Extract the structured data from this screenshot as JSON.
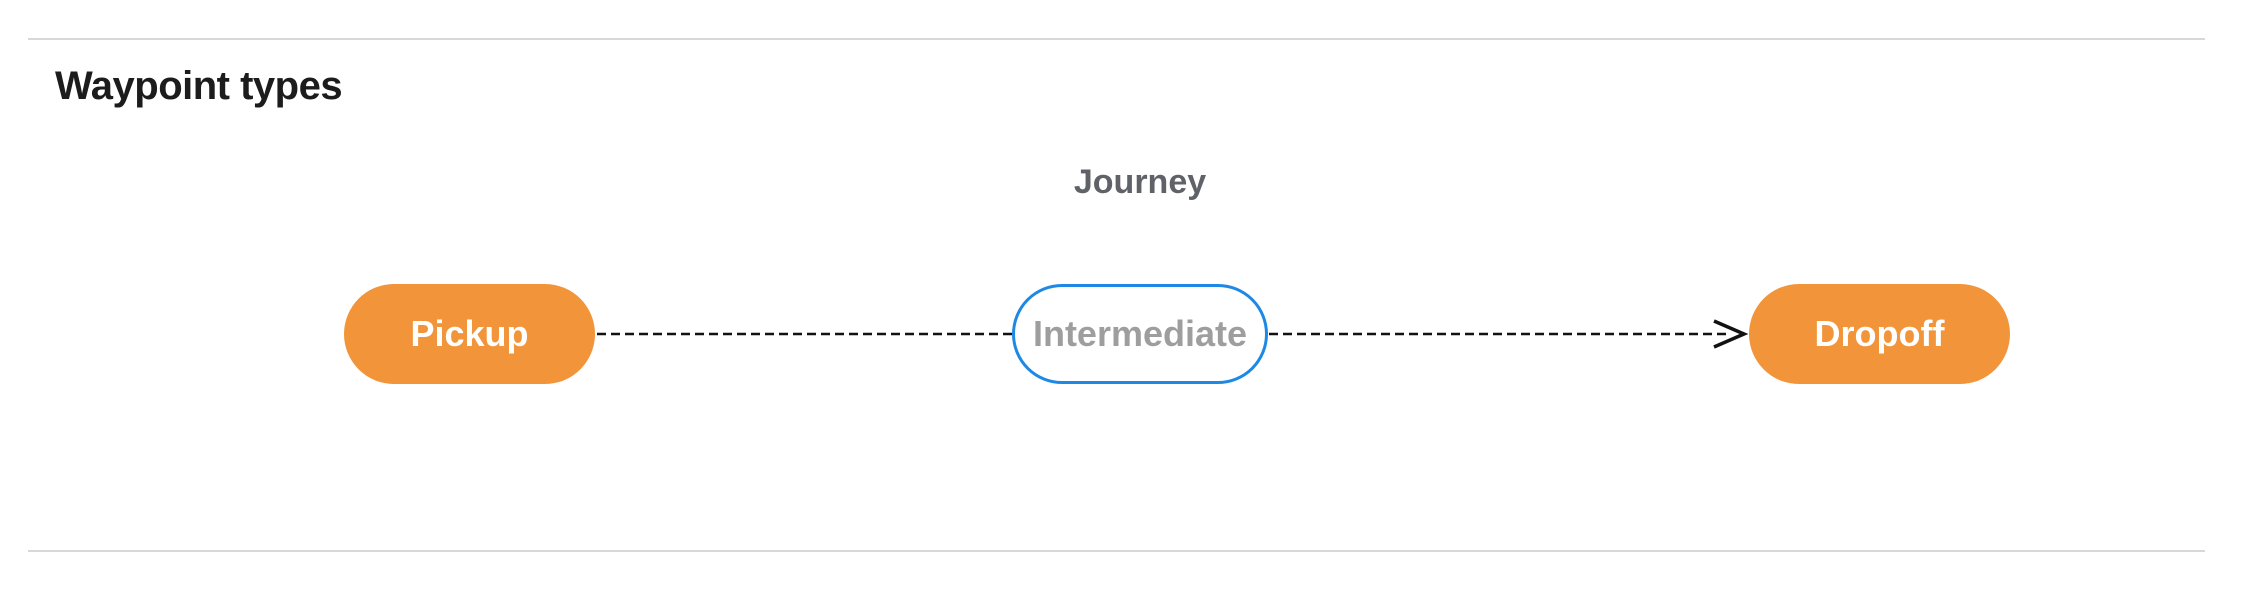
{
  "section": {
    "title": "Waypoint types"
  },
  "diagram": {
    "group_label": "Journey",
    "nodes": [
      {
        "id": "pickup",
        "label": "Pickup",
        "type": "terminal"
      },
      {
        "id": "intermediate",
        "label": "Intermediate",
        "type": "intermediate"
      },
      {
        "id": "dropoff",
        "label": "Dropoff",
        "type": "terminal"
      }
    ],
    "edges": [
      {
        "from": "pickup",
        "to": "intermediate",
        "style": "dashed",
        "arrowhead": false
      },
      {
        "from": "intermediate",
        "to": "dropoff",
        "style": "dashed",
        "arrowhead": true
      }
    ]
  },
  "colors": {
    "terminal_node_fill": "#F29439",
    "terminal_node_text": "#FFFFFF",
    "intermediate_node_border": "#1E88E5",
    "intermediate_node_text": "#9E9E9E",
    "edge": "#111111",
    "heading_text": "#1C1C1C",
    "group_label_text": "#5F6368",
    "divider": "#D8D8D8"
  }
}
